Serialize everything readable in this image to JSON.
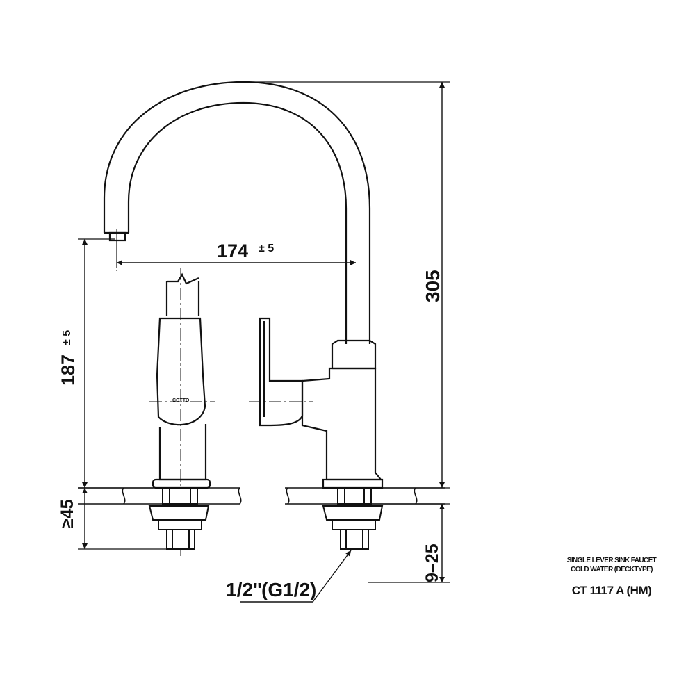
{
  "dimensions": {
    "spout_reach": "174",
    "spout_reach_tol": "± 5",
    "spout_height": "187",
    "spout_height_tol": "± 5",
    "overall_height": "305",
    "counter_thickness": "≥45",
    "shank_length": "9–25",
    "connection_main": "1/2\"",
    "connection_g": "(G1/2)"
  },
  "title_block": {
    "line1": "SINGLE LEVER SINK FAUCET",
    "line2": "COLD WATER (DECKTYPE)",
    "model": "CT 1117 A (HM)"
  },
  "logo_text": "COTTO"
}
